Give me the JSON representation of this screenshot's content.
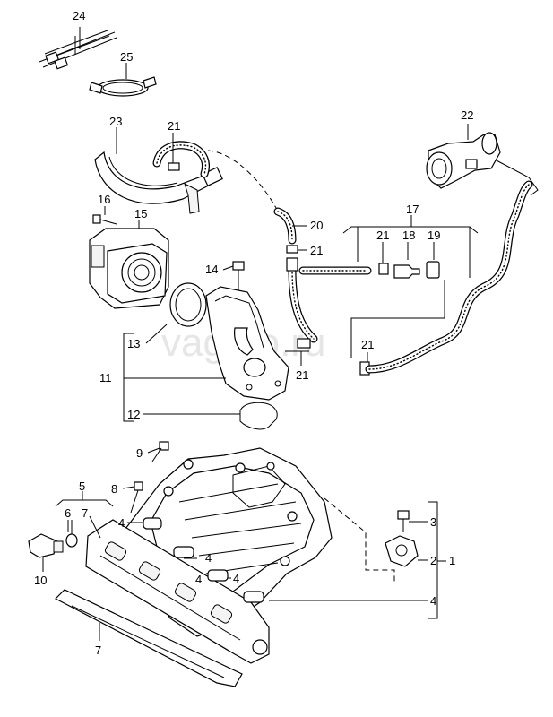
{
  "watermark": "vagteo.ru",
  "labels": {
    "c1": "1",
    "c2": "2",
    "c3": "3",
    "c4a": "4",
    "c4b": "4",
    "c4c": "4",
    "c4d": "4",
    "c4e": "4",
    "c5": "5",
    "c6": "6",
    "c7a": "7",
    "c7b": "7",
    "c8": "8",
    "c9": "9",
    "c10": "10",
    "c11": "11",
    "c12": "12",
    "c13": "13",
    "c14": "14",
    "c15": "15",
    "c16": "16",
    "c17": "17",
    "c18": "18",
    "c19": "19",
    "c20": "20",
    "c21a": "21",
    "c21b": "21",
    "c21c": "21",
    "c21d": "21",
    "c21e": "21",
    "c22": "22",
    "c23": "23",
    "c24": "24",
    "c25": "25"
  }
}
